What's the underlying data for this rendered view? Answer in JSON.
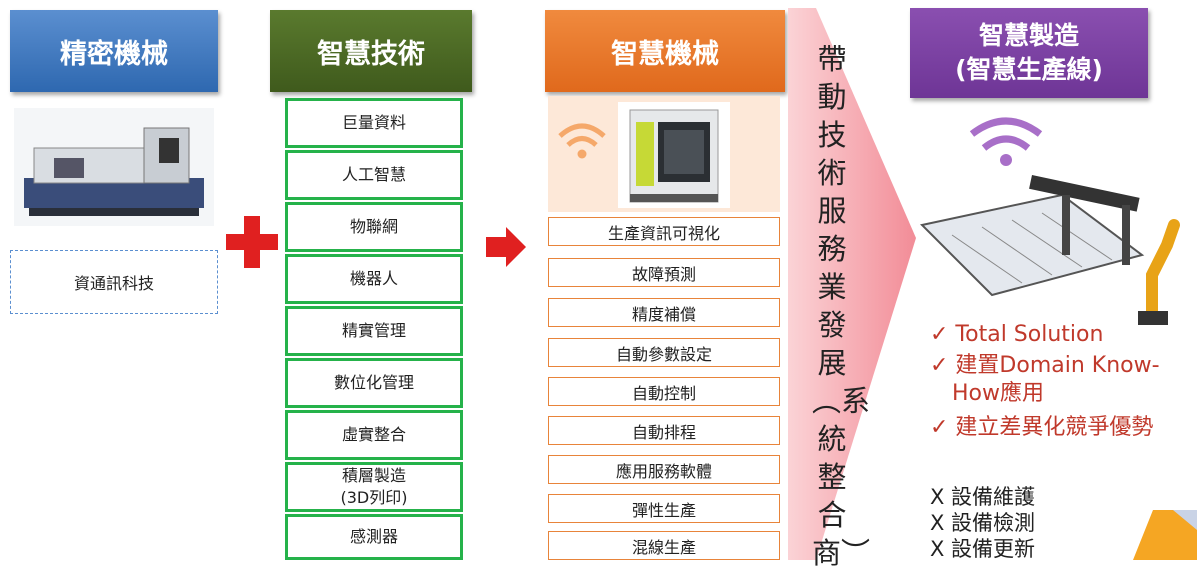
{
  "headers": {
    "precision": "精密機械",
    "tech": "智慧技術",
    "machine": "智慧機械",
    "mfg_line1": "智慧製造",
    "mfg_line2": "(智慧生產線)"
  },
  "precision_label": "資通訊科技",
  "tech_items": [
    "巨量資料",
    "人工智慧",
    "物聯網",
    "機器人",
    "精實管理",
    "數位化管理",
    "虛實整合",
    "積層製造",
    "(3D列印)",
    "感測器"
  ],
  "machine_items": [
    "生產資訊可視化",
    "故障預測",
    "精度補償",
    "自動參數設定",
    "自動控制",
    "自動排程",
    "應用服務軟體",
    "彈性生產",
    "混線生產"
  ],
  "vertical_text": "帶動技術服務業發展︵系統整合商︶",
  "checks": [
    "✓ Total Solution",
    "✓ 建置Domain Know-",
    "How應用",
    "✓ 建立差異化競爭優勢"
  ],
  "x_items": [
    "X 設備維護",
    "X 設備檢測",
    "X 設備更新"
  ],
  "colors": {
    "blue": "#2e68b0",
    "green": "#25b24a",
    "orange": "#e0691c",
    "purple": "#6e3596",
    "red": "#e02020"
  }
}
